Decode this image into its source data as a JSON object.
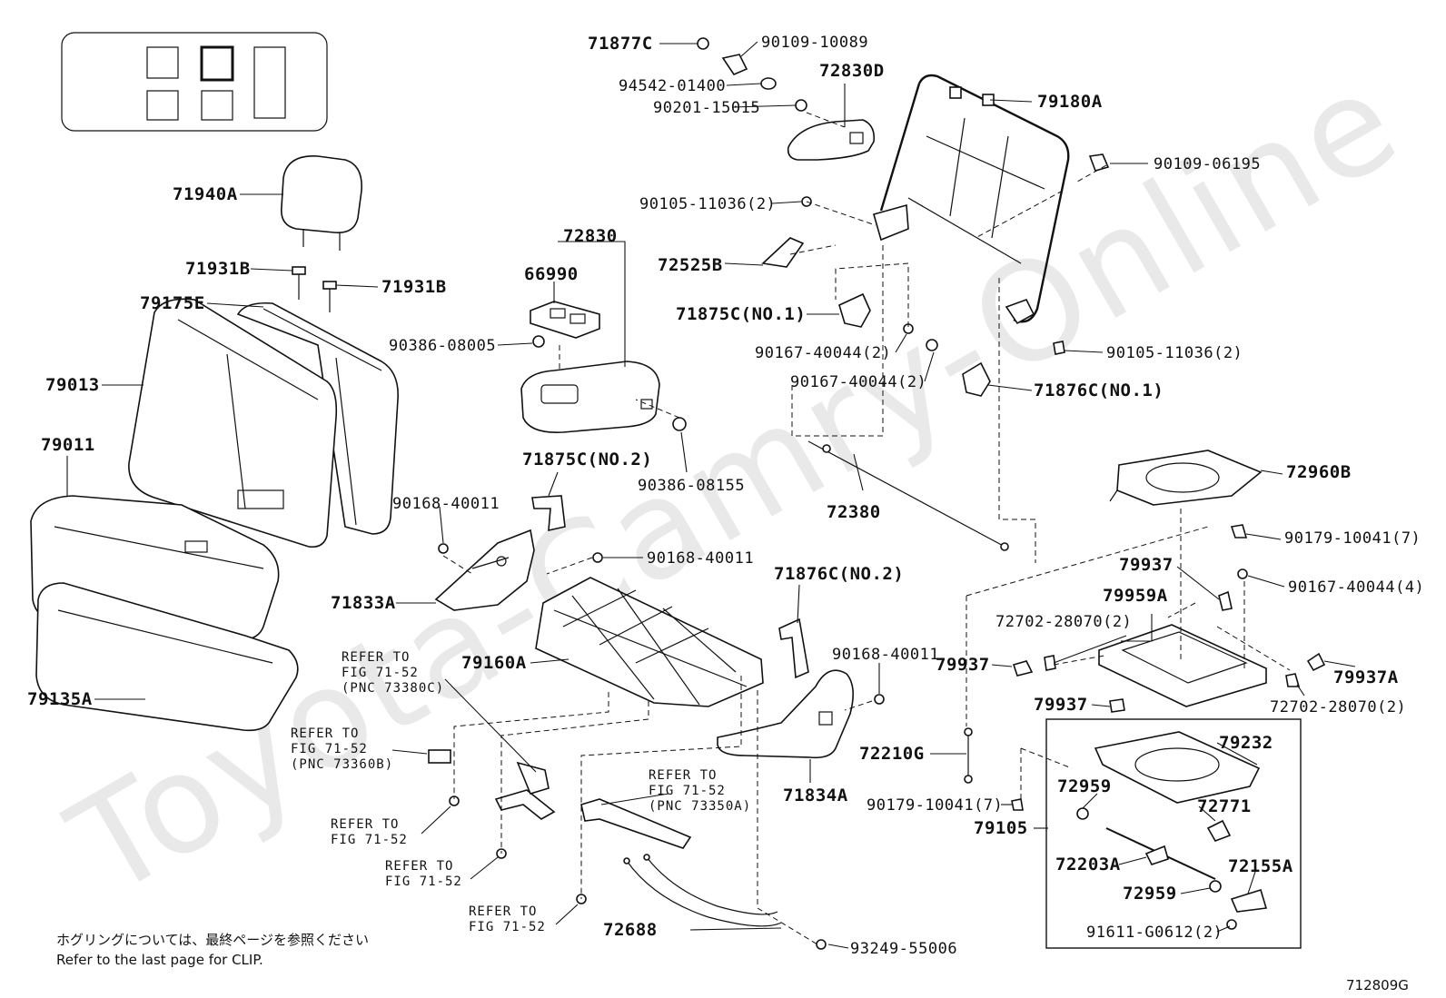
{
  "watermark": "Toyota-Camry-Online",
  "diagram_id": "712809G",
  "notes": {
    "jp": "ホグリングについては、最終ページを参照ください",
    "en": "Refer to the last page for CLIP."
  },
  "parts": {
    "p71877C": "71877C",
    "p90109_10089": "90109-10089",
    "p94542_01400": "94542-01400",
    "p72830D": "72830D",
    "p90201_15015": "90201-15015",
    "p79180A": "79180A",
    "p90109_06195": "90109-06195",
    "p90105_11036a": "90105-11036(2)",
    "p72525B": "72525B",
    "p71875C_no1": "71875C(NO.1)",
    "p90167_40044a": "90167-40044(2)",
    "p90167_40044b": "90167-40044(2)",
    "p90105_11036b": "90105-11036(2)",
    "p71876C_no1": "71876C(NO.1)",
    "p72830": "72830",
    "p66990": "66990",
    "p90386_08005": "90386-08005",
    "p90386_08155": "90386-08155",
    "p71875C_no2": "71875C(NO.2)",
    "p72380": "72380",
    "p72960B": "72960B",
    "p90179_10041a": "90179-10041(7)",
    "p79937a": "79937",
    "p90167_40044c": "90167-40044(4)",
    "p79959A": "79959A",
    "p72702_28070a": "72702-28070(2)",
    "p79937b": "79937",
    "p79937A": "79937A",
    "p79937c": "79937",
    "p72702_28070b": "72702-28070(2)",
    "p71940A": "71940A",
    "p71931B_a": "71931B",
    "p71931B_b": "71931B",
    "p79175E": "79175E",
    "p79013": "79013",
    "p79011": "79011",
    "p79135A": "79135A",
    "p90168_40011a": "90168-40011",
    "p90168_40011b": "90168-40011",
    "p71833A": "71833A",
    "p71876C_no2": "71876C(NO.2)",
    "p79160A": "79160A",
    "p90168_40011c": "90168-40011",
    "p72210G": "72210G",
    "p71834A": "71834A",
    "p90179_10041b": "90179-10041(7)",
    "p79105": "79105",
    "p79232": "79232",
    "p72959a": "72959",
    "p72771": "72771",
    "p72203A": "72203A",
    "p72155A": "72155A",
    "p72959b": "72959",
    "p91611_G0612": "91611-G0612(2)",
    "p72688": "72688",
    "p93249_55006": "93249-55006"
  },
  "refs": {
    "r1_line1": "REFER TO",
    "r1_line2": "FIG 71-52",
    "r1_line3": "(PNC 73380C)",
    "r2_line1": "REFER TO",
    "r2_line2": "FIG 71-52",
    "r2_line3": "(PNC 73360B)",
    "r3_line1": "REFER TO",
    "r3_line2": "FIG 71-52",
    "r3_line3": "(PNC 73350A)",
    "r4_line1": "REFER TO",
    "r4_line2": "FIG 71-52",
    "r5_line1": "REFER TO",
    "r5_line2": "FIG 71-52",
    "r6_line1": "REFER TO",
    "r6_line2": "FIG 71-52"
  }
}
